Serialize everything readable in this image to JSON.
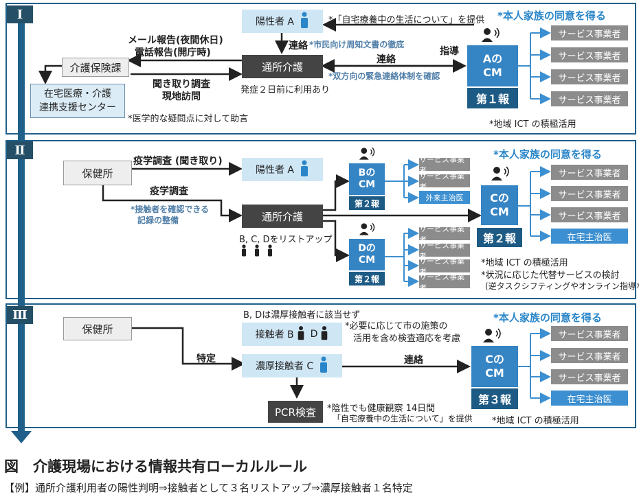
{
  "section1": {
    "roman": "Ⅰ",
    "patient_a": "陽性者 A",
    "note_a": "*「自宅療養中の生活について」を提供",
    "consent": "*本人家族の同意を得る",
    "email_report": "メール報告(夜間休日)",
    "phone_report": "電話報告(開庁時)",
    "contact_label": "連絡",
    "public_note": "*市民向け周知文書の徹底",
    "instruct": "指導",
    "insurance": "介護保険課",
    "daycare": "通所介護",
    "contact2": "連絡",
    "two_way": "*双方向の緊急連絡体制を確認",
    "hearing": "聞き取り調査",
    "visit": "現地訪問",
    "onset": "発症２日前に利用あり",
    "center_line1": "在宅医療・介護",
    "center_line2": "連携支援センター",
    "medical_note": "*医学的な疑問点に対して助言",
    "cm_line1": "Aの",
    "cm_line2": "CM",
    "report": "第１報",
    "ict": "*地域 ICT の積極活用",
    "services": [
      "サービス事業者",
      "サービス事業者",
      "サービス事業者",
      "サービス事業者"
    ]
  },
  "section2": {
    "roman": "Ⅱ",
    "health_center": "保健所",
    "survey1": "疫学調査 (聞き取り)",
    "patient_a": "陽性者 A",
    "survey2": "疫学調査",
    "record_note1": "*接触者を確認できる",
    "record_note2": "記録の整備",
    "daycare": "通所介護",
    "listup": "B, C, Dをリストアップ",
    "b_cm_line1": "Bの",
    "b_cm_line2": "CM",
    "b_report": "第２報",
    "b_services": [
      "サービス事業者",
      "サービス事業者",
      "外来主治医"
    ],
    "d_cm_line1": "Dの",
    "d_cm_line2": "CM",
    "d_report": "第２報",
    "d_services": [
      "サービス事業者",
      "サービス事業者",
      "サービス事業者",
      "サービス事業者"
    ],
    "consent": "*本人家族の同意を得る",
    "c_cm_line1": "Cの",
    "c_cm_line2": "CM",
    "c_report": "第２報",
    "c_services": [
      "サービス事業者",
      "サービス事業者",
      "サービス事業者",
      "在宅主治医"
    ],
    "ict": "*地域 ICT の積極活用",
    "alt_service": "*状況に応じた代替サービスの検討",
    "alt_service2": "(逆タスクシフティングやオンライン指導など)"
  },
  "section3": {
    "roman": "Ⅲ",
    "not_close": "B, Dは濃厚接触者に該当せず",
    "health_center": "保健所",
    "contact_bd": "接触者 B",
    "contact_d": "D",
    "test_note1": "*必要に応じて市の施策の",
    "test_note2": "活用を含め検査適応を考慮",
    "identify": "特定",
    "close_c": "濃厚接触者 C",
    "contact": "連絡",
    "pcr": "PCR検査",
    "pcr_note1": "*陰性でも健康観察 14日間",
    "pcr_note2": "「自宅療養中の生活について」を提供",
    "consent": "*本人家族の同意を得る",
    "c_cm_line1": "Cの",
    "c_cm_line2": "CM",
    "c_report": "第３報",
    "ict": "*地域 ICT の積極活用",
    "services": [
      "サービス事業者",
      "サービス事業者",
      "サービス事業者",
      "在宅主治医"
    ]
  },
  "caption": {
    "title": "図　介護現場における情報共有ローカルルール",
    "example": "【例】通所介護利用者の陽性判明⇒接触者として３名リストアップ⇒濃厚接触者１名特定"
  },
  "colors": {
    "panel_border": "#1f5f8a",
    "cm_blue": "#3584c4",
    "report_navy": "#1d5b85",
    "consent_blue": "#2a86c9",
    "service_grey": "#8c8c8c"
  }
}
